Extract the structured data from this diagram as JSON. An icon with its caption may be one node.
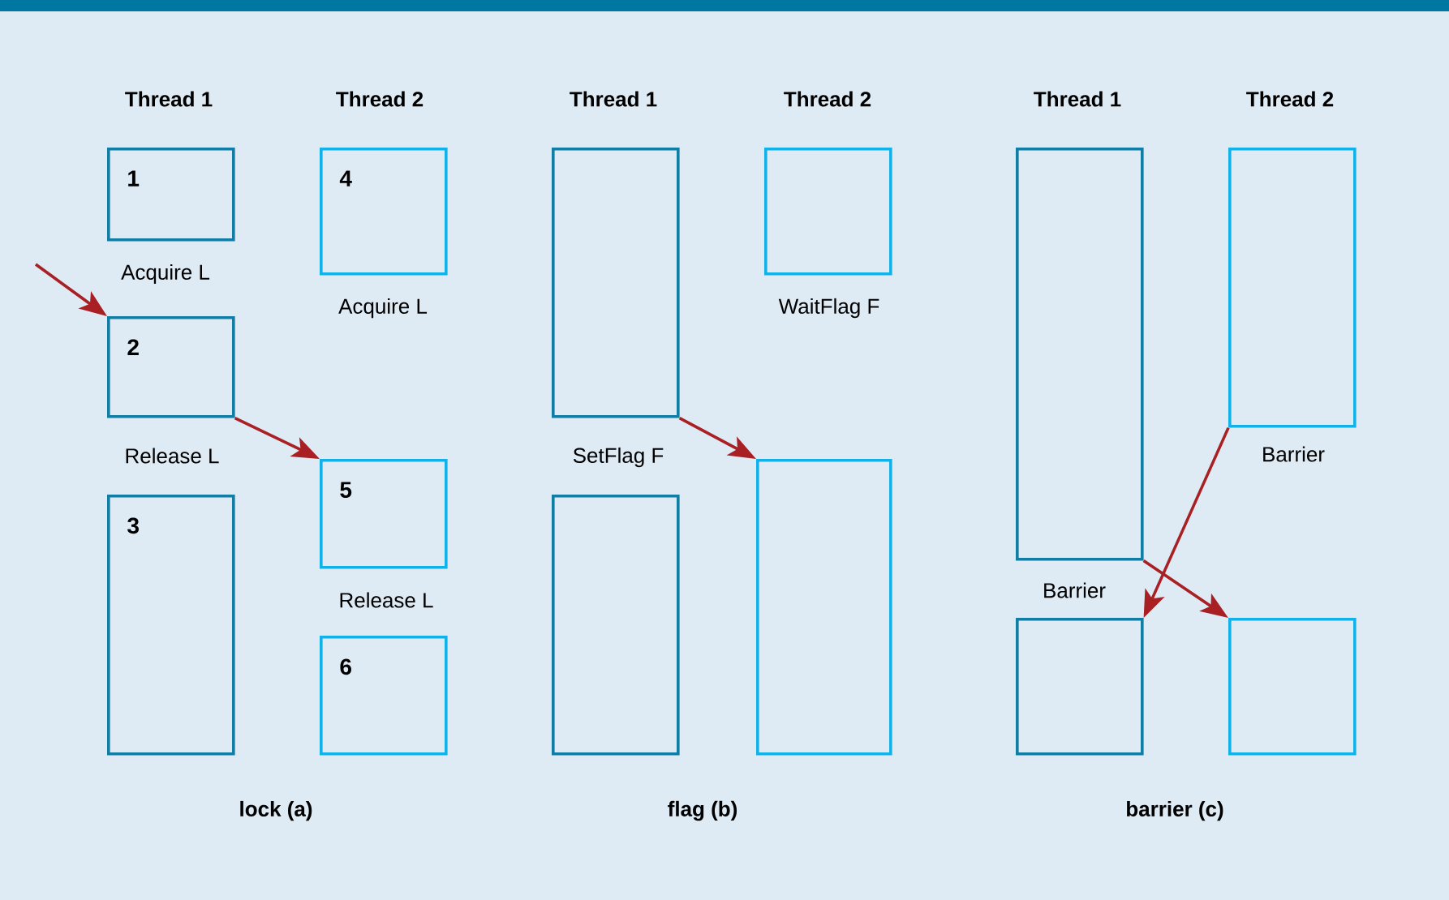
{
  "diagram": {
    "nodes": [
      {
        "text": [
          "1"
        ]
      },
      {
        "text": [
          "2"
        ]
      },
      {
        "text": [
          "3"
        ]
      },
      {
        "text": [
          "4"
        ]
      },
      {
        "text": [
          "5"
        ]
      },
      {
        "text": [
          "6"
        ]
      },
      {
        "text": [],
        "shape": "box"
      },
      {
        "text": [],
        "shape": "box"
      },
      {
        "text": [],
        "shape": "box"
      },
      {
        "text": [],
        "shape": "box"
      },
      {
        "text": [],
        "shape": "box"
      },
      {
        "text": [],
        "shape": "box"
      },
      {
        "text": [],
        "shape": "box"
      },
      {
        "text": [],
        "shape": "box"
      }
    ],
    "edges": [
      {
        "from": null,
        "to": 1,
        "arrow": "to"
      },
      {
        "from": 1,
        "to": 4,
        "arrow": "to"
      },
      {
        "from": 6,
        "to": 9,
        "arrow": "to"
      },
      {
        "from": 12,
        "to": 11,
        "arrow": "to"
      },
      {
        "from": 10,
        "to": 13,
        "arrow": "to"
      }
    ],
    "labels": [
      "Thread 1",
      "Thread 2",
      "Thread 1",
      "Thread 2",
      "Thread 1",
      "Thread 2",
      "Acquire L",
      "Acquire L",
      "WaitFlag F",
      "Release L",
      "SetFlag F",
      "Barrier",
      "Barrier",
      "Release L",
      "lock (a)",
      "flag (b)",
      "barrier (c)"
    ]
  }
}
